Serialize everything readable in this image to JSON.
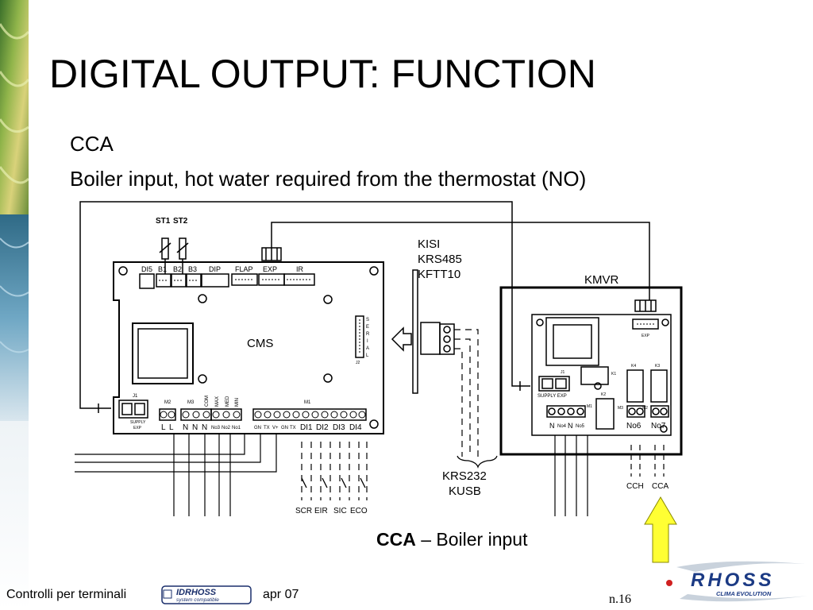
{
  "slide": {
    "title": "DIGITAL OUTPUT: FUNCTION",
    "subtitle_line1": "CCA",
    "subtitle_line2": "Boiler input, hot water required from the thermostat (NO)",
    "caption_bold": "CCA",
    "caption_rest": " – Boiler input",
    "footer_text": "Controlli per terminali",
    "footer_date": "apr 07",
    "page_number": "n.16"
  },
  "logos": {
    "idrhoss_top": "IDRHOSS",
    "idrhoss_bottom": "system compatible",
    "rhoss_name": "RHOSS",
    "rhoss_tagline": "CLIMA EVOLUTION"
  },
  "diagram": {
    "cms_label": "CMS",
    "kmvr_label": "KMVR",
    "kisi_lines": [
      "KISI",
      "KRS485",
      "KFTT10"
    ],
    "krs232_lines": [
      "KRS232",
      "KUSB"
    ],
    "top_labels": [
      "ST1",
      "ST2",
      "DI5",
      "B1",
      "B2",
      "B3",
      "DIP",
      "FLAP",
      "EXP",
      "IR"
    ],
    "serial_letters": [
      "S",
      "E",
      "R",
      "I",
      "A",
      "L"
    ],
    "j2_label": "J2",
    "cms_j1": {
      "name": "J1",
      "sub1": "SUPPLY",
      "sub2": "EXP"
    },
    "cms_bottom_groups": [
      "M2",
      "M3",
      "COM",
      "MAX",
      "MED",
      "MIN",
      "M1"
    ],
    "cms_bottom_terms": [
      "L",
      "L",
      "N",
      "N",
      "N",
      "No3",
      "No2",
      "No1",
      "GN",
      "TX",
      "V+",
      "GN",
      "TX",
      "DI1",
      "DI2",
      "DI3",
      "DI4"
    ],
    "switch_labels": [
      "SCR",
      "EIR",
      "SIC",
      "ECO"
    ],
    "kmvr_parts": {
      "exp": "EXP",
      "j1": "J1",
      "supply_exp": "SUPPLY EXP",
      "k1": "K1",
      "k2": "K2",
      "k3": "K3",
      "k4": "K4",
      "m1": "M1",
      "m2": "M2",
      "m3": "M3"
    },
    "kmvr_bottom_terms": [
      "N",
      "No4",
      "N",
      "No5"
    ],
    "kmvr_outputs": [
      "No6",
      "No7"
    ],
    "output_labels": [
      "CCH",
      "CCA"
    ],
    "highlight_color": "#FFFF33"
  }
}
